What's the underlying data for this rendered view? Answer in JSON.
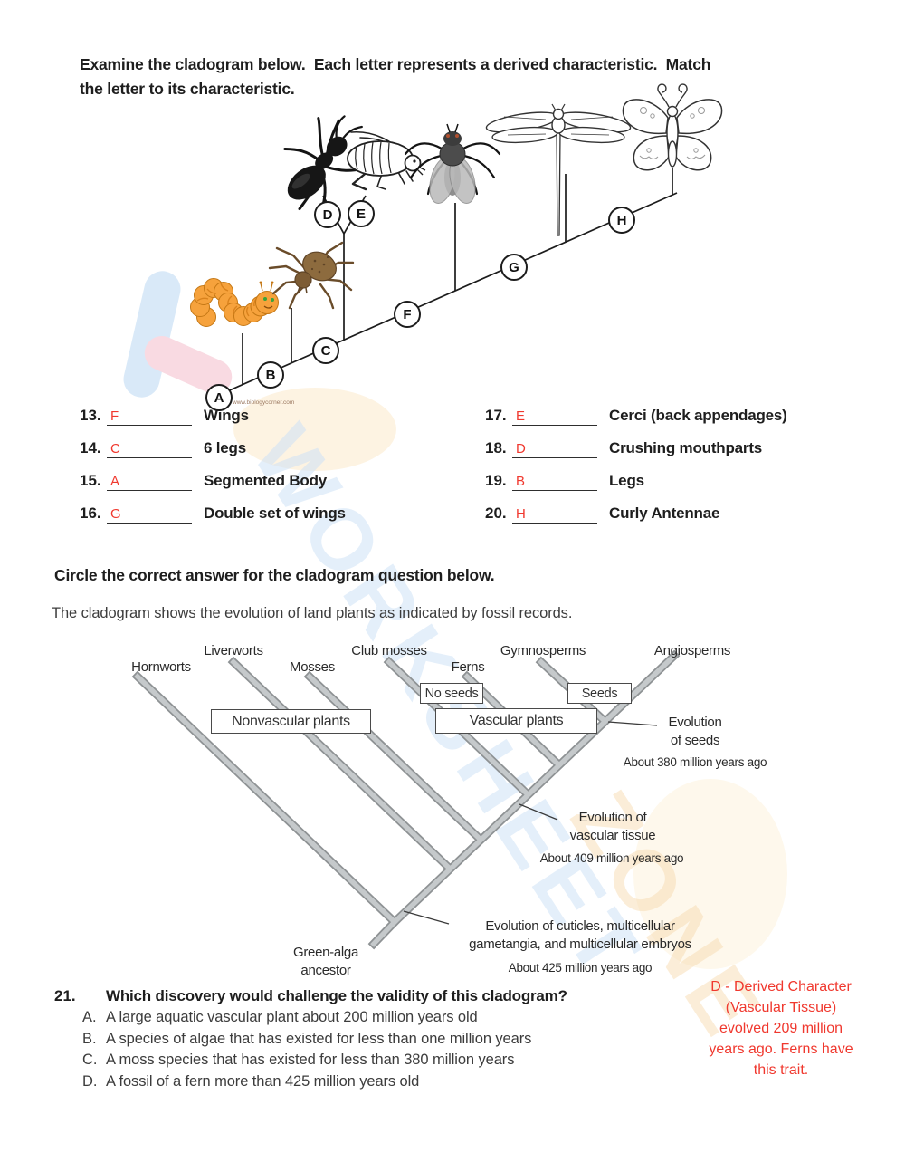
{
  "intro": {
    "line1": "Examine the cladogram below.  Each letter represents a derived characteristic.  Match",
    "line2": "the letter to its characteristic."
  },
  "insect": {
    "letters": [
      "A",
      "B",
      "C",
      "D",
      "E",
      "F",
      "G",
      "H"
    ],
    "animals": [
      "caterpillar",
      "spider",
      "ant",
      "cricket",
      "fly",
      "dragonfly",
      "butterfly"
    ]
  },
  "credit": "www.biologycorner.com",
  "matching": {
    "left": [
      {
        "num": "13.",
        "answer": "F",
        "label": "Wings"
      },
      {
        "num": "14.",
        "answer": "C",
        "label": "6 legs"
      },
      {
        "num": "15.",
        "answer": "A",
        "label": "Segmented Body"
      },
      {
        "num": "16.",
        "answer": "G",
        "label": "Double set of wings"
      }
    ],
    "right": [
      {
        "num": "17.",
        "answer": "E",
        "label": "Cerci (back appendages)"
      },
      {
        "num": "18.",
        "answer": "D",
        "label": "Crushing mouthparts"
      },
      {
        "num": "19.",
        "answer": "B",
        "label": "Legs"
      },
      {
        "num": "20.",
        "answer": "H",
        "label": "Curly Antennae"
      }
    ]
  },
  "sec2": {
    "heading": "Circle the correct answer for the cladogram question below.",
    "intro": "The cladogram shows the evolution of land plants as indicated by fossil records."
  },
  "plant": {
    "taxa": [
      "Hornworts",
      "Liverworts",
      "Mosses",
      "Club mosses",
      "Ferns",
      "Gymnosperms",
      "Angiosperms"
    ],
    "boxes": {
      "nonvascular": "Nonvascular plants",
      "vascular": "Vascular plants",
      "no_seeds": "No seeds",
      "seeds": "Seeds"
    },
    "ann": {
      "seeds": {
        "l1": "Evolution",
        "l2": "of seeds",
        "time": "About 380 million years ago"
      },
      "vascular": {
        "l1": "Evolution of",
        "l2": "vascular tissue",
        "time": "About 409 million years ago"
      },
      "cuticles": {
        "l1": "Evolution of cuticles, multicellular",
        "l2": "gametangia, and multicellular embryos",
        "time": "About 425 million years ago"
      },
      "ancestor": {
        "l1": "Green-alga",
        "l2": "ancestor"
      }
    }
  },
  "q21": {
    "number": "21.",
    "text": "Which discovery would challenge the validity of this cladogram?",
    "options": [
      {
        "letter": "A.",
        "text": "A large aquatic vascular plant about 200 million years old"
      },
      {
        "letter": "B.",
        "text": "A species of algae that has existed for less than one million years"
      },
      {
        "letter": "C.",
        "text": "A moss species that has existed for less than 380 million years"
      },
      {
        "letter": "D.",
        "text": "A fossil of a fern more than 425 million years old"
      }
    ]
  },
  "note": {
    "lines": [
      "D - Derived Character",
      "(Vascular Tissue)",
      "evolved 209 million",
      "years ago. Ferns have",
      "this trait."
    ]
  },
  "watermark": {
    "word1": "WORKSHEET",
    "word2": "ZONE"
  },
  "colors": {
    "answer_red": "#f0382e",
    "branch_fill": "#c5c9cb",
    "branch_outline": "#8e9294",
    "line_black": "#1c1c1c"
  }
}
